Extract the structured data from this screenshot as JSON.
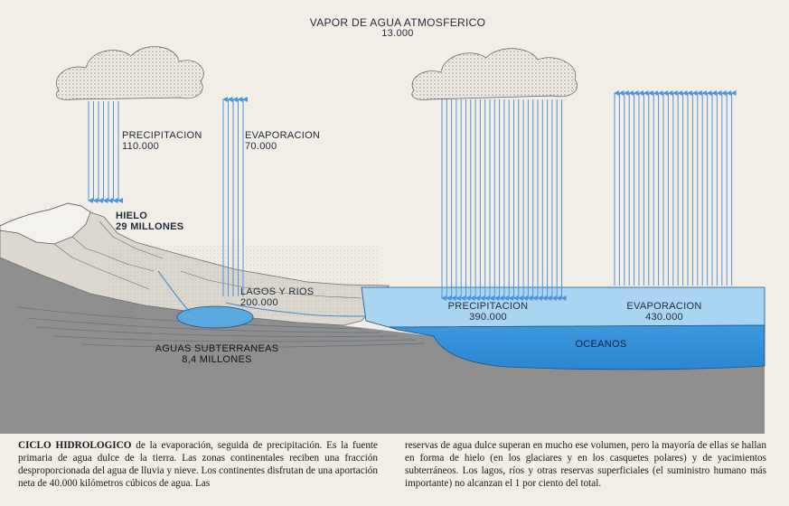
{
  "diagram": {
    "title": "VAPOR DE AGUA ATMOSFERICO",
    "title_value": "13.000",
    "land_precipitation": {
      "label": "PRECIPITACION",
      "value": "110.000"
    },
    "land_evaporation": {
      "label": "EVAPORACION",
      "value": "70.000"
    },
    "ice": {
      "label": "HIELO",
      "value": "29 MILLONES"
    },
    "lakes": {
      "label": "LAGOS Y RIOS",
      "value": "200.000"
    },
    "groundwater": {
      "label": "AGUAS SUBTERRANEAS",
      "value": "8,4 MILLONES"
    },
    "ocean_precipitation": {
      "label": "PRECIPITACION",
      "value": "390.000"
    },
    "ocean_evaporation": {
      "label": "EVAPORACION",
      "value": "430.000"
    },
    "oceans": {
      "label": "OCEANOS"
    },
    "colors": {
      "arrow": "#4f94d8",
      "ocean": "#2f8fd9",
      "ocean_surface": "#a9d6f2",
      "ground": "#8e8e8e",
      "land": "#d9d6cf"
    }
  },
  "caption": {
    "left_bold": "CICLO HIDROLOGICO",
    "left_text": " de la evaporación, seguida de precipitación. Es la fuente primaria de agua dulce de la tierra. Las zonas continentales reciben una fracción desproporcionada del agua de lluvia y nieve. Los continentes disfrutan de una aportación neta de 40.000 kilómetros cúbicos de agua. Las",
    "right_text": "reservas de agua dulce superan en mucho ese volumen, pero la mayoría de ellas se hallan en forma de hielo (en los glaciares y en los casquetes polares) y de yacimientos subterráneos. Los lagos, ríos y otras reservas superficiales (el suministro humano más importante) no alcanzan el 1 por ciento del total."
  }
}
